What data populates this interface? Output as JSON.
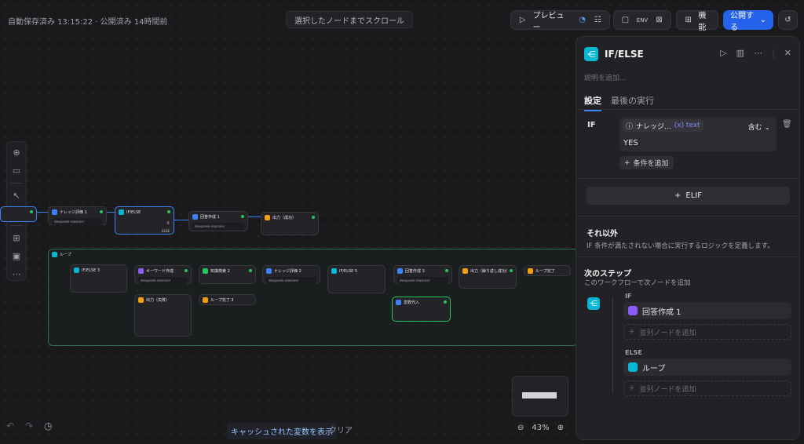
{
  "topbar": {
    "autosave": "自動保存済み 13:15:22 · 公開済み 14時間前",
    "scroll_to_selected": "選択したノードまでスクロール",
    "preview": "プレビュー",
    "features": "機能",
    "publish": "公開する"
  },
  "canvas": {
    "nodes": {
      "kr1": "ナレッジ評価 1",
      "ifelse1": "IF/ELSE",
      "answer1": "回答作成 1",
      "output_done": "出力（成功）",
      "loop": "ループ",
      "ifelse3": "IF/ELSE 3",
      "keyword": "キーワード作成",
      "knowledge_search2": "知識検索 2",
      "kr2": "ナレッジ評価 2",
      "ifelse4": "IF/ELSE 5",
      "answer3": "回答作成 3",
      "output_repeat": "出力（繰り返し成功）",
      "loop_end": "ループ完了",
      "output_fail": "出力（失敗）",
      "loop_end3": "ループ完了 3",
      "var_assign": "変数代入",
      "model": "deepseek-reasoner",
      "if_label": "IF",
      "else_label": "ELSE"
    },
    "cache_vars": "キャッシュされた変数を表示",
    "clear": "クリア",
    "zoom": "43%"
  },
  "panel": {
    "title": "IF/ELSE",
    "description_placeholder": "説明を追加...",
    "tabs": [
      "設定",
      "最後の実行"
    ],
    "if_label": "IF",
    "condition": {
      "variable": "ナレッジ...",
      "type": "(x) text",
      "operator": "含む",
      "value": "YES"
    },
    "add_condition": "条件を追加",
    "elif": "ELIF",
    "else_title": "それ以外",
    "else_desc": "IF 条件が満たされない場合に実行するロジックを定義します。",
    "next_step_title": "次のステップ",
    "next_step_desc": "このワークフローで次ノードを追加",
    "branches": [
      {
        "label": "IF",
        "node": "回答作成 1",
        "parallel": "並列ノードを追加"
      },
      {
        "label": "ELSE",
        "node": "ループ",
        "parallel": "並列ノードを追加"
      }
    ]
  }
}
